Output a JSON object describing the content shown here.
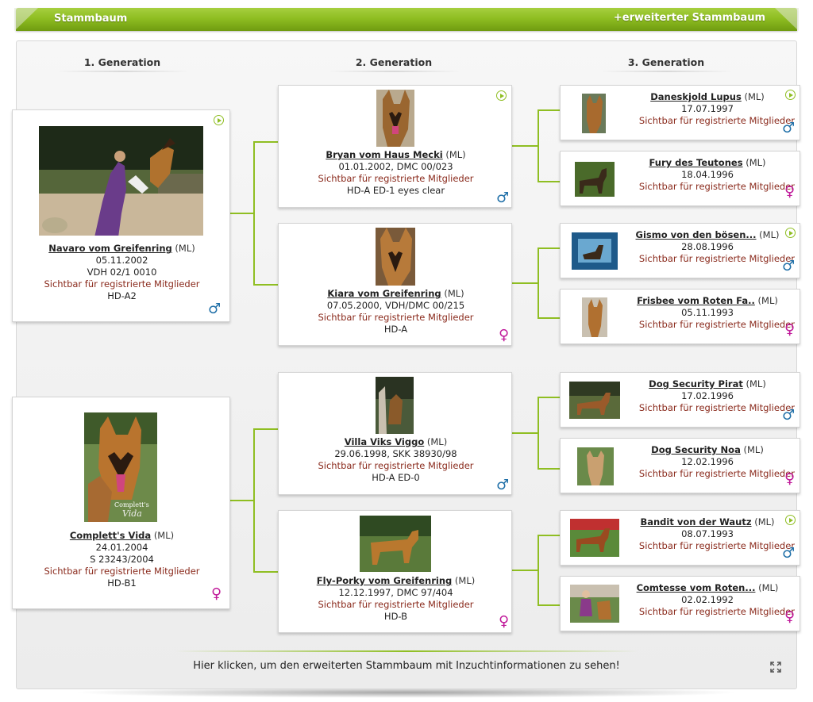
{
  "header": {
    "title": "Stammbaum",
    "extended_link": "+erweiterter Stammbaum"
  },
  "generations": [
    "1. Generation",
    "2. Generation",
    "3. Generation"
  ],
  "restricted_text": "Sichtbar für registrierte Mitglieder",
  "ml": "(ML)",
  "gen1": [
    {
      "name": "Navaro vom Greifenring",
      "ml": "(ML)",
      "date": "05.11.2002",
      "reg": "VDH 02/1 0010",
      "restricted": "Sichtbar für registrierte Mitglieder",
      "health": "HD-A2",
      "sex": "male",
      "sex_icon": "male-icon"
    },
    {
      "name": "Complett's Vida",
      "ml": "(ML)",
      "date": "24.01.2004",
      "reg": "S 23243/2004",
      "restricted": "Sichtbar für registrierte Mitglieder",
      "health": "HD-B1",
      "sex": "female",
      "sex_icon": "female-icon"
    }
  ],
  "gen2": [
    {
      "name": "Bryan vom Haus Mecki",
      "ml": "(ML)",
      "date": "01.01.2002, DMC 00/023",
      "restricted": "Sichtbar für registrierte Mitglieder",
      "health": "HD-A ED-1 eyes clear",
      "sex": "male"
    },
    {
      "name": "Kiara vom Greifenring",
      "ml": "(ML)",
      "date": "07.05.2000, VDH/DMC 00/215",
      "restricted": "Sichtbar für registrierte Mitglieder",
      "health": "HD-A",
      "sex": "female"
    },
    {
      "name": "Villa Viks Viggo",
      "ml": "(ML)",
      "date": "29.06.1998, SKK 38930/98",
      "restricted": "Sichtbar für registrierte Mitglieder",
      "health": "HD-A ED-0",
      "sex": "male"
    },
    {
      "name": "Fly-Porky vom Greifenring",
      "ml": "(ML)",
      "date": "12.12.1997, DMC 97/404",
      "restricted": "Sichtbar für registrierte Mitglieder",
      "health": "HD-B",
      "sex": "female"
    }
  ],
  "gen3": [
    {
      "name": "Daneskjold Lupus",
      "ml": "(ML)",
      "date": "17.07.1997",
      "restricted": "Sichtbar für registrierte Mitglieder",
      "sex": "male"
    },
    {
      "name": "Fury des Teutones",
      "ml": "(ML)",
      "date": "18.04.1996",
      "restricted": "Sichtbar für registrierte Mitglieder",
      "sex": "female"
    },
    {
      "name": "Gismo von den bösen...",
      "ml": "(ML)",
      "date": "28.08.1996",
      "restricted": "Sichtbar für registrierte Mitglieder",
      "sex": "male"
    },
    {
      "name": "Frisbee vom Roten Fa..",
      "ml": "(ML)",
      "date": "05.11.1993",
      "restricted": "Sichtbar für registrierte Mitglieder",
      "sex": "female"
    },
    {
      "name": "Dog Security Pirat",
      "ml": "(ML)",
      "date": "17.02.1996",
      "restricted": "Sichtbar für registrierte Mitglieder",
      "sex": "male"
    },
    {
      "name": "Dog Security Noa",
      "ml": "(ML)",
      "date": "12.02.1996",
      "restricted": "Sichtbar für registrierte Mitglieder",
      "sex": "female"
    },
    {
      "name": "Bandit von der Wautz",
      "ml": "(ML)",
      "date": "08.07.1993",
      "restricted": "Sichtbar für registrierte Mitglieder",
      "sex": "male"
    },
    {
      "name": "Comtesse vom Roten...",
      "ml": "(ML)",
      "date": "02.02.1992",
      "restricted": "Sichtbar für registrierte Mitglieder",
      "sex": "female"
    }
  ],
  "photo_text": {
    "complett_logo": "Complett's",
    "complett_sign": "Vida"
  },
  "footer": {
    "text": "Hier klicken, um den erweiterten Stammbaum mit Inzuchtinformationen zu sehen!"
  },
  "colors": {
    "accent": "#8fbe22",
    "male": "#1f6fa8",
    "female": "#c0199a",
    "restricted": "#8a2a1c"
  },
  "icons": {
    "play": "play-circle-icon",
    "male": "male-icon",
    "female": "female-icon",
    "expand": "expand-icon"
  }
}
